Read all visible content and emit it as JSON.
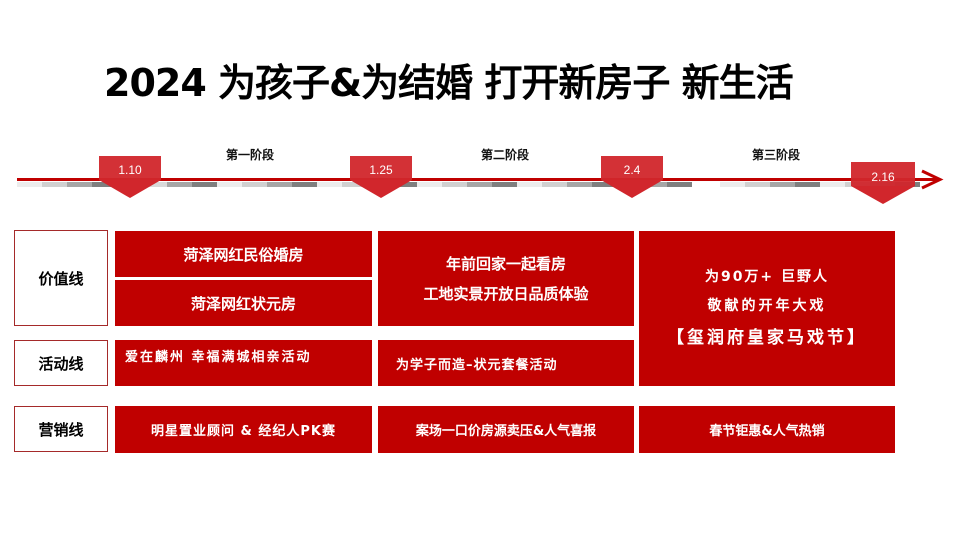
{
  "title": "2024 为孩子&为结婚 打开新房子 新生活",
  "timeline": {
    "stages": [
      "第一阶段",
      "第二阶段",
      "第三阶段"
    ],
    "markers": [
      "1.10",
      "1.25",
      "2.4",
      "2.16"
    ],
    "colors": {
      "accent": "#c00000",
      "marker": "#d1262c",
      "gray_light": "#e6e6e6",
      "gray_mid": "#bfbfbf",
      "gray_dark": "#7f7f7f"
    }
  },
  "rows": {
    "value": {
      "label": "价值线",
      "phase1": [
        "菏泽网红民俗婚房",
        "菏泽网红状元房"
      ],
      "phase2": [
        "年前回家一起看房",
        "工地实景开放日品质体验"
      ],
      "phase3": [
        "为90万+ 巨野人",
        "敬献的开年大戏",
        "【玺润府皇家马戏节】"
      ]
    },
    "activity": {
      "label": "活动线",
      "phase1": "爱在麟州 幸福满城相亲活动",
      "phase2": "为学子而造–状元套餐活动"
    },
    "marketing": {
      "label": "营销线",
      "phase1": "明星置业顾问 & 经纪人PK赛",
      "phase2": "案场一口价房源卖压&人气喜报",
      "phase3": "春节钜惠&人气热销"
    }
  }
}
